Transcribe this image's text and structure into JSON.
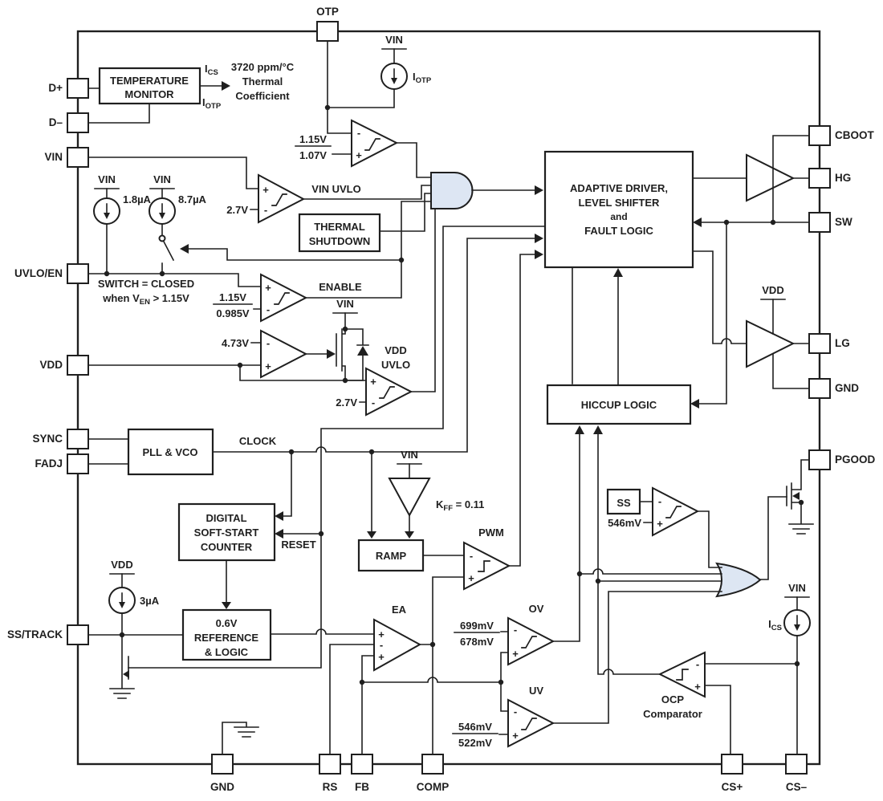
{
  "colors": {
    "line": "#1f1f1f",
    "gate_fill": "#dde6f3",
    "background": "#ffffff",
    "text": "#1f1f1f"
  },
  "pins": {
    "top": [
      {
        "label": "OTP"
      }
    ],
    "left": [
      {
        "label": "D+"
      },
      {
        "label": "D–"
      },
      {
        "label": "VIN"
      },
      {
        "label": "UVLO/EN"
      },
      {
        "label": "VDD"
      },
      {
        "label": "SYNC"
      },
      {
        "label": "FADJ"
      },
      {
        "label": "SS/TRACK"
      }
    ],
    "right": [
      {
        "label": "CBOOT"
      },
      {
        "label": "HG"
      },
      {
        "label": "SW"
      },
      {
        "label": "LG"
      },
      {
        "label": "GND"
      },
      {
        "label": "PGOOD"
      }
    ],
    "bottom": [
      {
        "label": "GND"
      },
      {
        "label": "RS"
      },
      {
        "label": "FB"
      },
      {
        "label": "COMP"
      },
      {
        "label": "CS+"
      },
      {
        "label": "CS–"
      }
    ]
  },
  "blocks": {
    "temp_monitor": {
      "line1": "TEMPERATURE",
      "line2": "MONITOR"
    },
    "thermal_shutdown": {
      "line1": "THERMAL",
      "line2": "SHUTDOWN"
    },
    "driver": {
      "line1": "ADAPTIVE DRIVER,",
      "line2": "LEVEL SHIFTER",
      "line3": "and",
      "line4": "FAULT LOGIC"
    },
    "hiccup": {
      "line1": "HICCUP LOGIC"
    },
    "pll": {
      "line1": "PLL & VCO"
    },
    "dssc": {
      "line1": "DIGITAL",
      "line2": "SOFT-START",
      "line3": "COUNTER"
    },
    "ramp": {
      "line1": "RAMP"
    },
    "reference": {
      "line1": "0.6V",
      "line2": "REFERENCE",
      "line3": "& LOGIC"
    },
    "ss": {
      "line1": "SS"
    }
  },
  "signals": {
    "vin_uvlo": "VIN UVLO",
    "enable": "ENABLE",
    "clock": "CLOCK",
    "reset": "RESET",
    "pwm": "PWM",
    "ea": "EA",
    "ov": "OV",
    "uv": "UV",
    "ocp_line1": "OCP",
    "ocp_line2": "Comparator",
    "vdd_uvlo_line1": "VDD",
    "vdd_uvlo_line2": "UVLO"
  },
  "thresholds": {
    "otp": {
      "rising": "1.15V",
      "falling": "1.07V"
    },
    "vin_uvlo": "2.7V",
    "enable": {
      "rising": "1.15V",
      "falling": "0.985V"
    },
    "ldo": "4.73V",
    "vdd_uvlo": "2.7V",
    "ov": {
      "rising": "699mV",
      "falling": "678mV"
    },
    "uv": {
      "rising": "546mV",
      "falling": "522mV"
    },
    "ss_pgood": "546mV"
  },
  "currents": {
    "i_en_fixed": "1.8µA",
    "i_en_switched": "8.7µA",
    "i_ss": "3µA",
    "i_cs": {
      "main": "I",
      "sub": "CS"
    },
    "i_otp": {
      "main": "I",
      "sub": "OTP"
    }
  },
  "rails": {
    "vin": "VIN",
    "vdd": "VDD"
  },
  "annotations": {
    "thermal_coeff": {
      "line1": "3720 ppm/°C",
      "line2": "Thermal",
      "line3": "Coefficient"
    },
    "switch_note": {
      "line1": "SWITCH = CLOSED",
      "line2_pre": "when V",
      "line2_sub": "EN",
      "line2_post": " > 1.15V"
    },
    "kff": {
      "main": "K",
      "sub": "FF",
      "rest": " = 0.11"
    }
  },
  "glyphs": {
    "plus": "+",
    "minus": "-"
  }
}
